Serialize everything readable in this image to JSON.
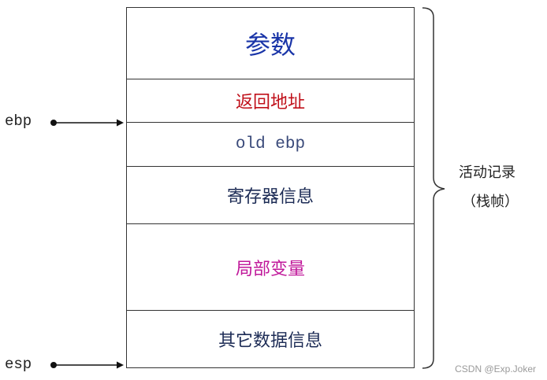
{
  "stack": {
    "rows": [
      {
        "label": "参数",
        "color": "#1a35a8",
        "font": "sans",
        "size": 32
      },
      {
        "label": "返回地址",
        "color": "#c0101a",
        "font": "sans",
        "size": 22
      },
      {
        "label": "old ebp",
        "color": "#3a4a7a",
        "font": "mono",
        "size": 21
      },
      {
        "label": "寄存器信息",
        "color": "#1c2b55",
        "font": "sans",
        "size": 22
      },
      {
        "label": "局部变量",
        "color": "#c0189a",
        "font": "sans",
        "size": 22
      },
      {
        "label": "其它数据信息",
        "color": "#1c2b55",
        "font": "sans",
        "size": 22
      }
    ]
  },
  "pointers": {
    "ebp": "ebp",
    "esp": "esp"
  },
  "activation_record": {
    "line1": "活动记录",
    "line2": "（栈帧）"
  },
  "watermark": "CSDN @Exp.Joker"
}
